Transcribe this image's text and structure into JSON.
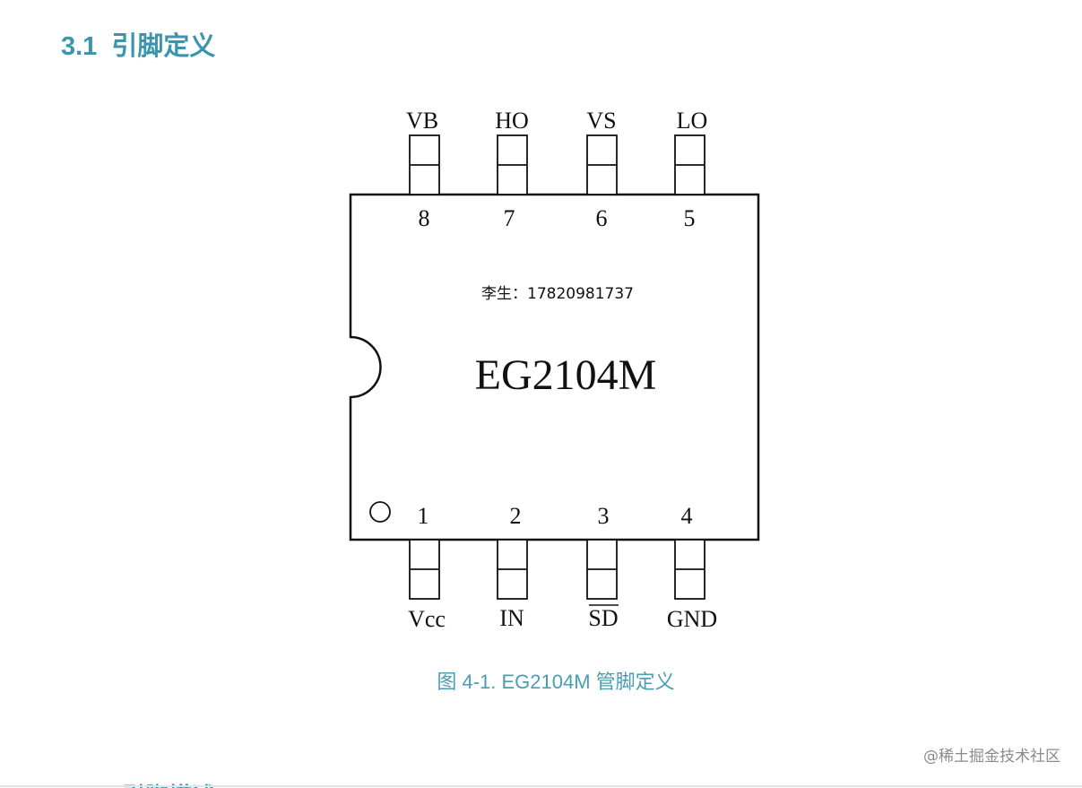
{
  "section": {
    "number": "3.1",
    "title": "引脚定义"
  },
  "chip": {
    "part_number": "EG2104M",
    "contact_note": "李生：17820981737",
    "top_pins": [
      {
        "number": "8",
        "name": "VB"
      },
      {
        "number": "7",
        "name": "HO"
      },
      {
        "number": "6",
        "name": "VS"
      },
      {
        "number": "5",
        "name": "LO"
      }
    ],
    "bottom_pins": [
      {
        "number": "1",
        "name": "Vcc",
        "overline": false
      },
      {
        "number": "2",
        "name": "IN",
        "overline": false
      },
      {
        "number": "3",
        "name": "SD",
        "overline": true
      },
      {
        "number": "4",
        "name": "GND",
        "overline": false
      }
    ]
  },
  "caption": "图 4-1. EG2104M 管脚定义",
  "watermark": "@稀土掘金技术社区",
  "next_heading_partial": "引脚描述"
}
